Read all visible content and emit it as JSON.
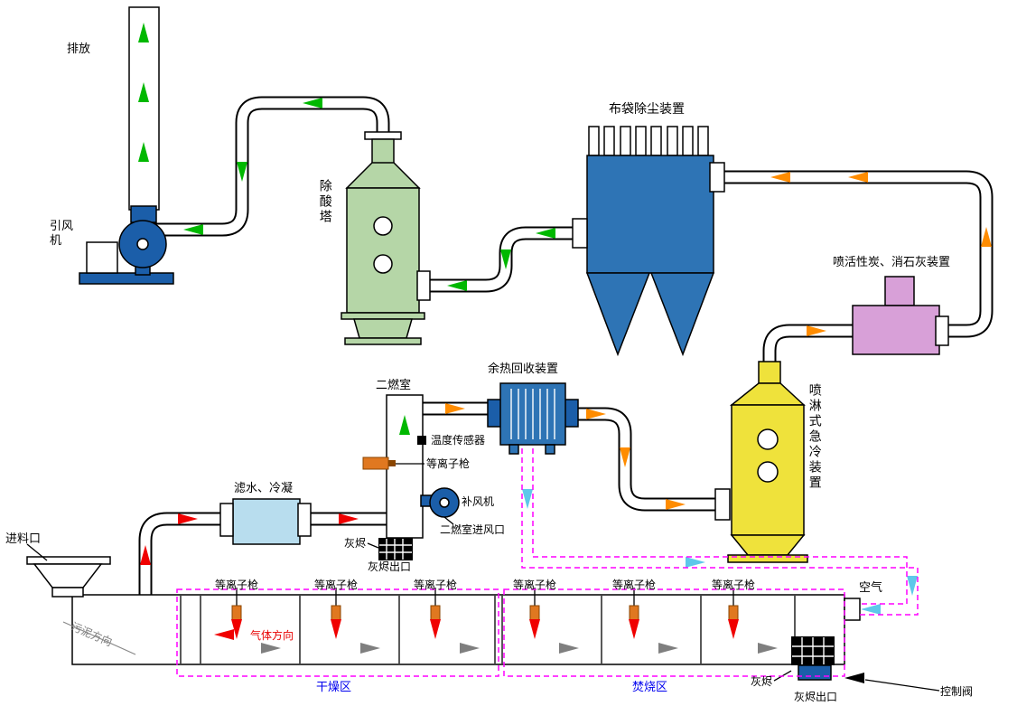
{
  "labels": {
    "stack_emission": "排放",
    "induced_draft_fan": "引风机",
    "acid_removal_tower": "除酸塔",
    "bag_dust_collector": "布袋除尘装置",
    "carbon_lime_injection": "喷活性炭、消石灰装置",
    "spray_quench_tower": "喷淋式急冷装置",
    "waste_heat_recovery": "余热回收装置",
    "secondary_combustion_chamber": "二燃室",
    "temperature_sensor": "温度传感器",
    "plasma_gun_scc": "等离子枪",
    "makeup_fan": "补风机",
    "scc_air_inlet": "二燃室进风口",
    "ash_scc": "灰烬",
    "ash_outlet_scc": "灰烬出口",
    "water_filter_condenser": "滤水、冷凝",
    "feed_inlet": "进料口",
    "sludge_direction": "污泥方向",
    "gas_direction": "气体方向",
    "drying_zone": "干燥区",
    "incineration_zone": "焚烧区",
    "air": "空气",
    "ash_kiln": "灰烬",
    "ash_outlet_kiln": "灰烬出口",
    "control_valve": "控制阀"
  },
  "plasma_guns": [
    "等离子枪",
    "等离子枪",
    "等离子枪",
    "等离子枪",
    "等离子枪",
    "等离子枪"
  ],
  "colors": {
    "clean_gas_arrow": "#00b800",
    "hot_gas_arrow": "#ff8c00",
    "kiln_gas_arrow": "#f00000",
    "sludge_arrow": "#7f7f7f",
    "air_arrow": "#5ec8ea",
    "air_duct_dashed": "#ff00ff",
    "zone_label": "#0000ee",
    "acid_tower_fill": "#b5d6a7",
    "baghouse_fill": "#2e74b5",
    "injection_device_fill": "#d8a0d8",
    "quench_tower_fill": "#efe23b",
    "condenser_fill": "#b8ddee",
    "fan_fill": "#1b5ea9",
    "plasma_gun_fill": "#e07820"
  }
}
